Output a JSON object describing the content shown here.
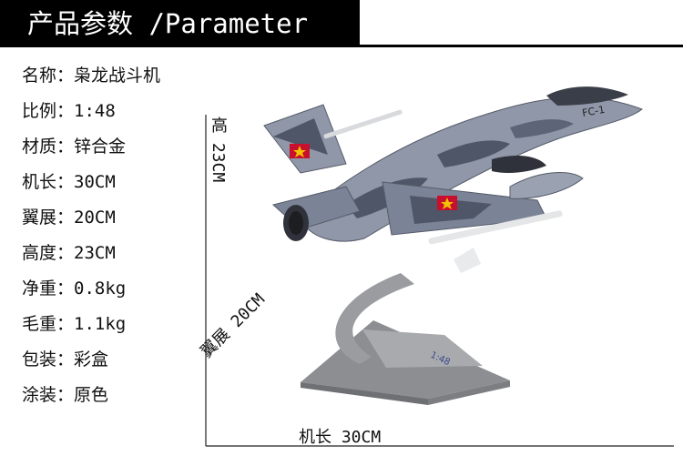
{
  "header": {
    "title": "产品参数 /Parameter"
  },
  "specs": [
    {
      "label": "名称：",
      "value": "枭龙战斗机"
    },
    {
      "label": "比例：",
      "value": "1:48"
    },
    {
      "label": "材质：",
      "value": "锌合金"
    },
    {
      "label": "机长：",
      "value": "30CM"
    },
    {
      "label": "翼展：",
      "value": "20CM"
    },
    {
      "label": "高度：",
      "value": "23CM"
    },
    {
      "label": "净重：",
      "value": "0.8kg"
    },
    {
      "label": "毛重：",
      "value": "1.1kg"
    },
    {
      "label": "包装：",
      "value": "彩盒"
    },
    {
      "label": "涂装：",
      "value": "原色"
    }
  ],
  "dimensions": {
    "height": "高 23CM",
    "wingspan": "翼展 20CM",
    "length": "机长 30CM"
  },
  "aircraft": {
    "tail_code": "FC-1",
    "stand_text": "1:48"
  },
  "colors": {
    "camo_light": "#8f97a8",
    "camo_dark": "#4f5668",
    "stand": "#9a9ca0",
    "roundel_red": "#c8102e",
    "roundel_yellow": "#f2c200"
  }
}
